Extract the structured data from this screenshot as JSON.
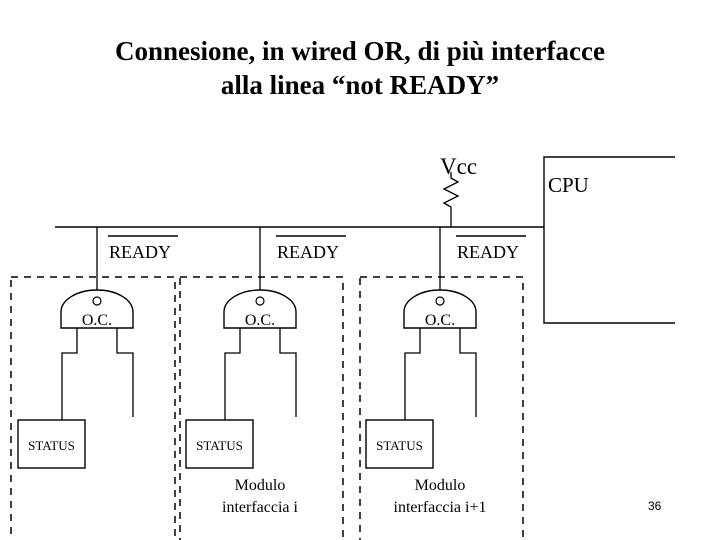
{
  "slide": {
    "title_line1": "Connesione, in wired OR, di più interfacce",
    "title_line2": "alla linea “not READY”",
    "page_number": "36",
    "background": "#ffffff",
    "ink": "#000000"
  },
  "diagram": {
    "supply_label": "Vcc",
    "pullup_component": "resistor",
    "cpu_label": "CPU",
    "bus_signal_labels": [
      {
        "text": "READY",
        "overline": true
      },
      {
        "text": "READY",
        "overline": true
      },
      {
        "text": "READY",
        "overline": true
      }
    ],
    "gates": [
      {
        "label": "O.C.",
        "type": "open-collector-inverting-gate",
        "inverting_bubble": true
      },
      {
        "label": "O.C.",
        "type": "open-collector-inverting-gate",
        "inverting_bubble": true
      },
      {
        "label": "O.C.",
        "type": "open-collector-inverting-gate",
        "inverting_bubble": true
      }
    ],
    "status_blocks": [
      {
        "label": "STATUS"
      },
      {
        "label": "STATUS"
      },
      {
        "label": "STATUS"
      }
    ],
    "modules": [
      {
        "caption_line1": "",
        "caption_line2": ""
      },
      {
        "caption_line1": "Modulo",
        "caption_line2": "interfaccia i"
      },
      {
        "caption_line1": "Modulo",
        "caption_line2": "interfaccia i+1"
      }
    ]
  }
}
